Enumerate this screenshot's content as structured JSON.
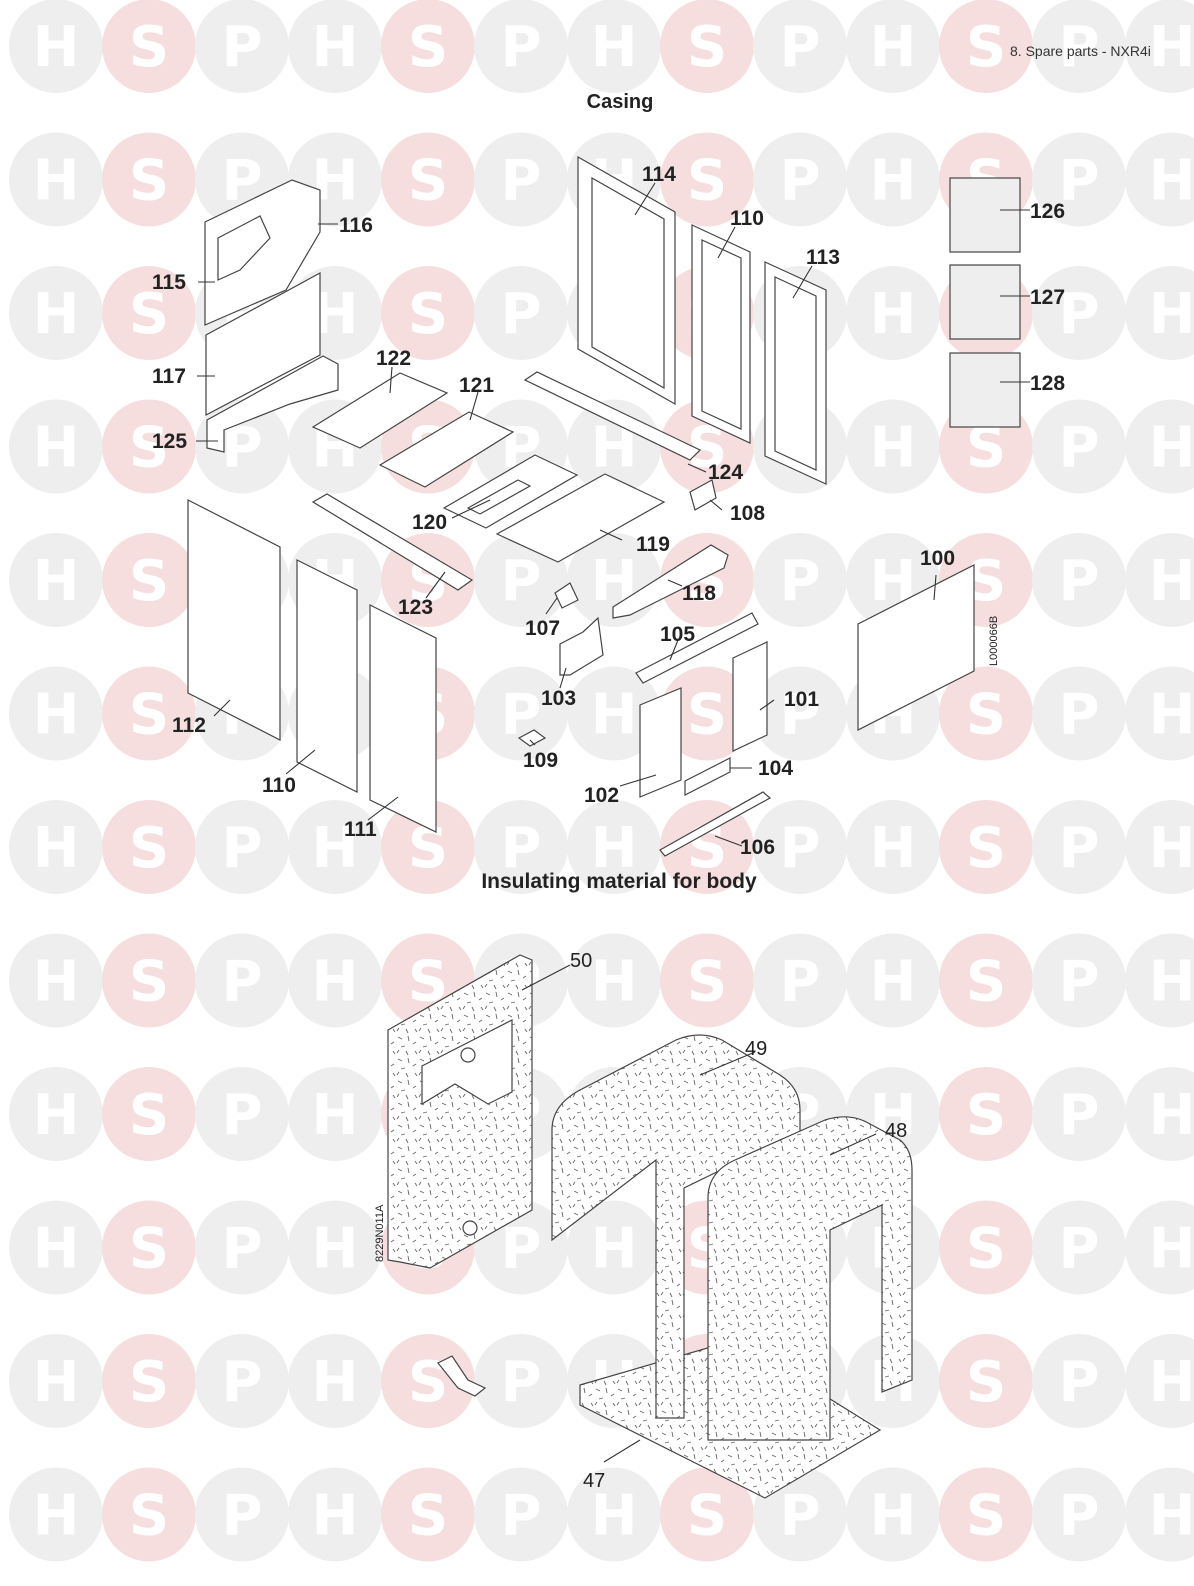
{
  "header": {
    "page_ref": "8. Spare parts - NXR4i"
  },
  "sections": {
    "casing_title": "Casing",
    "insulation_title": "Insulating material for body"
  },
  "watermark": {
    "letters": [
      "H",
      "S",
      "P"
    ],
    "colors": {
      "H": "#eeeeee",
      "S": "#f6dede",
      "P": "#eeeeee"
    }
  },
  "drawing_codes": {
    "casing": "L000066B",
    "insulation": "8229N011A"
  },
  "casing_labels": {
    "p100": "100",
    "p101": "101",
    "p102": "102",
    "p103": "103",
    "p104": "104",
    "p105": "105",
    "p106": "106",
    "p107": "107",
    "p108": "108",
    "p109": "109",
    "p110a": "110",
    "p110b": "110",
    "p111": "111",
    "p112": "112",
    "p113": "113",
    "p114": "114",
    "p115": "115",
    "p116": "116",
    "p117": "117",
    "p118": "118",
    "p119": "119",
    "p120": "120",
    "p121": "121",
    "p122": "122",
    "p123": "123",
    "p124": "124",
    "p125": "125",
    "p126": "126",
    "p127": "127",
    "p128": "128"
  },
  "insulation_labels": {
    "p47": "47",
    "p48": "48",
    "p49": "49",
    "p50": "50"
  }
}
